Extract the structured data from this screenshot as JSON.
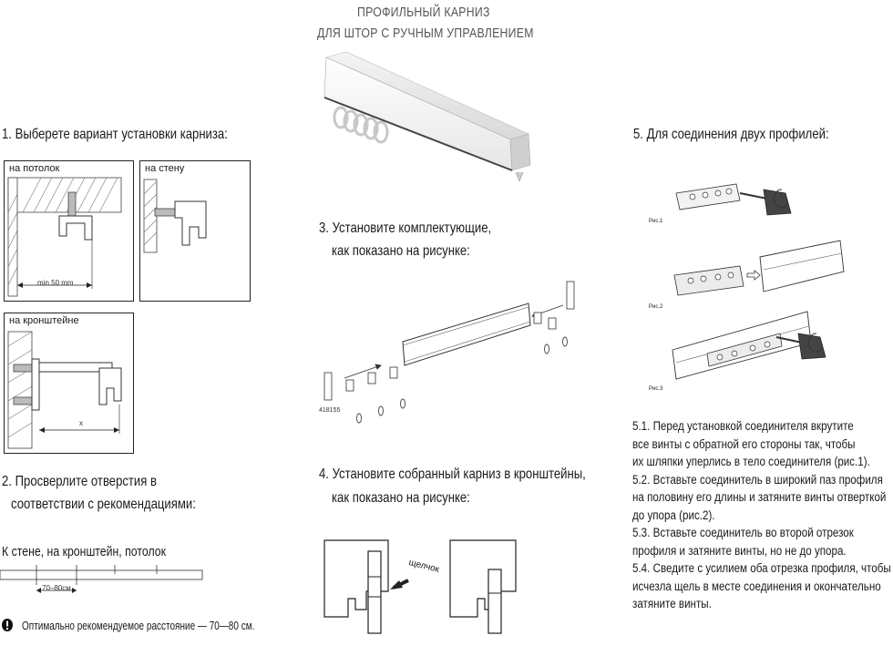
{
  "header": {
    "line1": "ПРОФИЛЬНЫЙ КАРНИЗ",
    "line2": "ДЛЯ  ШТОР С РУЧНЫМ УПРАВЛЕНИЕМ"
  },
  "step1": {
    "title": "1. Выберете вариант установки карниза:",
    "ceiling_label": "на потолок",
    "wall_label": "на стену",
    "bracket_label": "на кронштейне",
    "min_label": "min 50 mm",
    "x_label": "x"
  },
  "step2": {
    "line1": "2. Просверлите отверстия в",
    "line2": "соответствии с рекомендациями:",
    "subhead": "К стене, на кронштейн,  потолок",
    "spacing_label": "70–80см",
    "note_icon": "exclamation-icon",
    "note": "Оптимально рекомендуемое расстояние — 70—80  см."
  },
  "step3": {
    "line1": "3. Установите комплектующие,",
    "line2": "как показано на рисунке:",
    "part_number": "418155"
  },
  "step4": {
    "line1": "4. Установите собранный карниз в кронштейны,",
    "line2": "как показано на рисунке:",
    "click_label": "щелчок"
  },
  "step5": {
    "title": "5. Для соединения двух профилей:",
    "fig1": "Рис.1",
    "fig2": "Рис.2",
    "fig3": "Рис.3",
    "instructions": [
      "5.1. Перед установкой соединителя вкрутите",
      "все винты с обратной его стороны так, чтобы",
      "их шляпки уперлись в тело соединителя (рис.1).",
      "5.2. Вставьте соединитель в широкий паз профиля",
      "на половину его длины и затяните винты отверткой",
      "до упора (рис.2).",
      "5.3. Вставьте соединитель во второй отрезок",
      "профиля и затяните винты, но не до упора.",
      "5.4. Сведите с усилием оба отрезка профиля, чтобы",
      "исчезла щель в месте соединения и окончательно",
      "затяните винты."
    ]
  }
}
